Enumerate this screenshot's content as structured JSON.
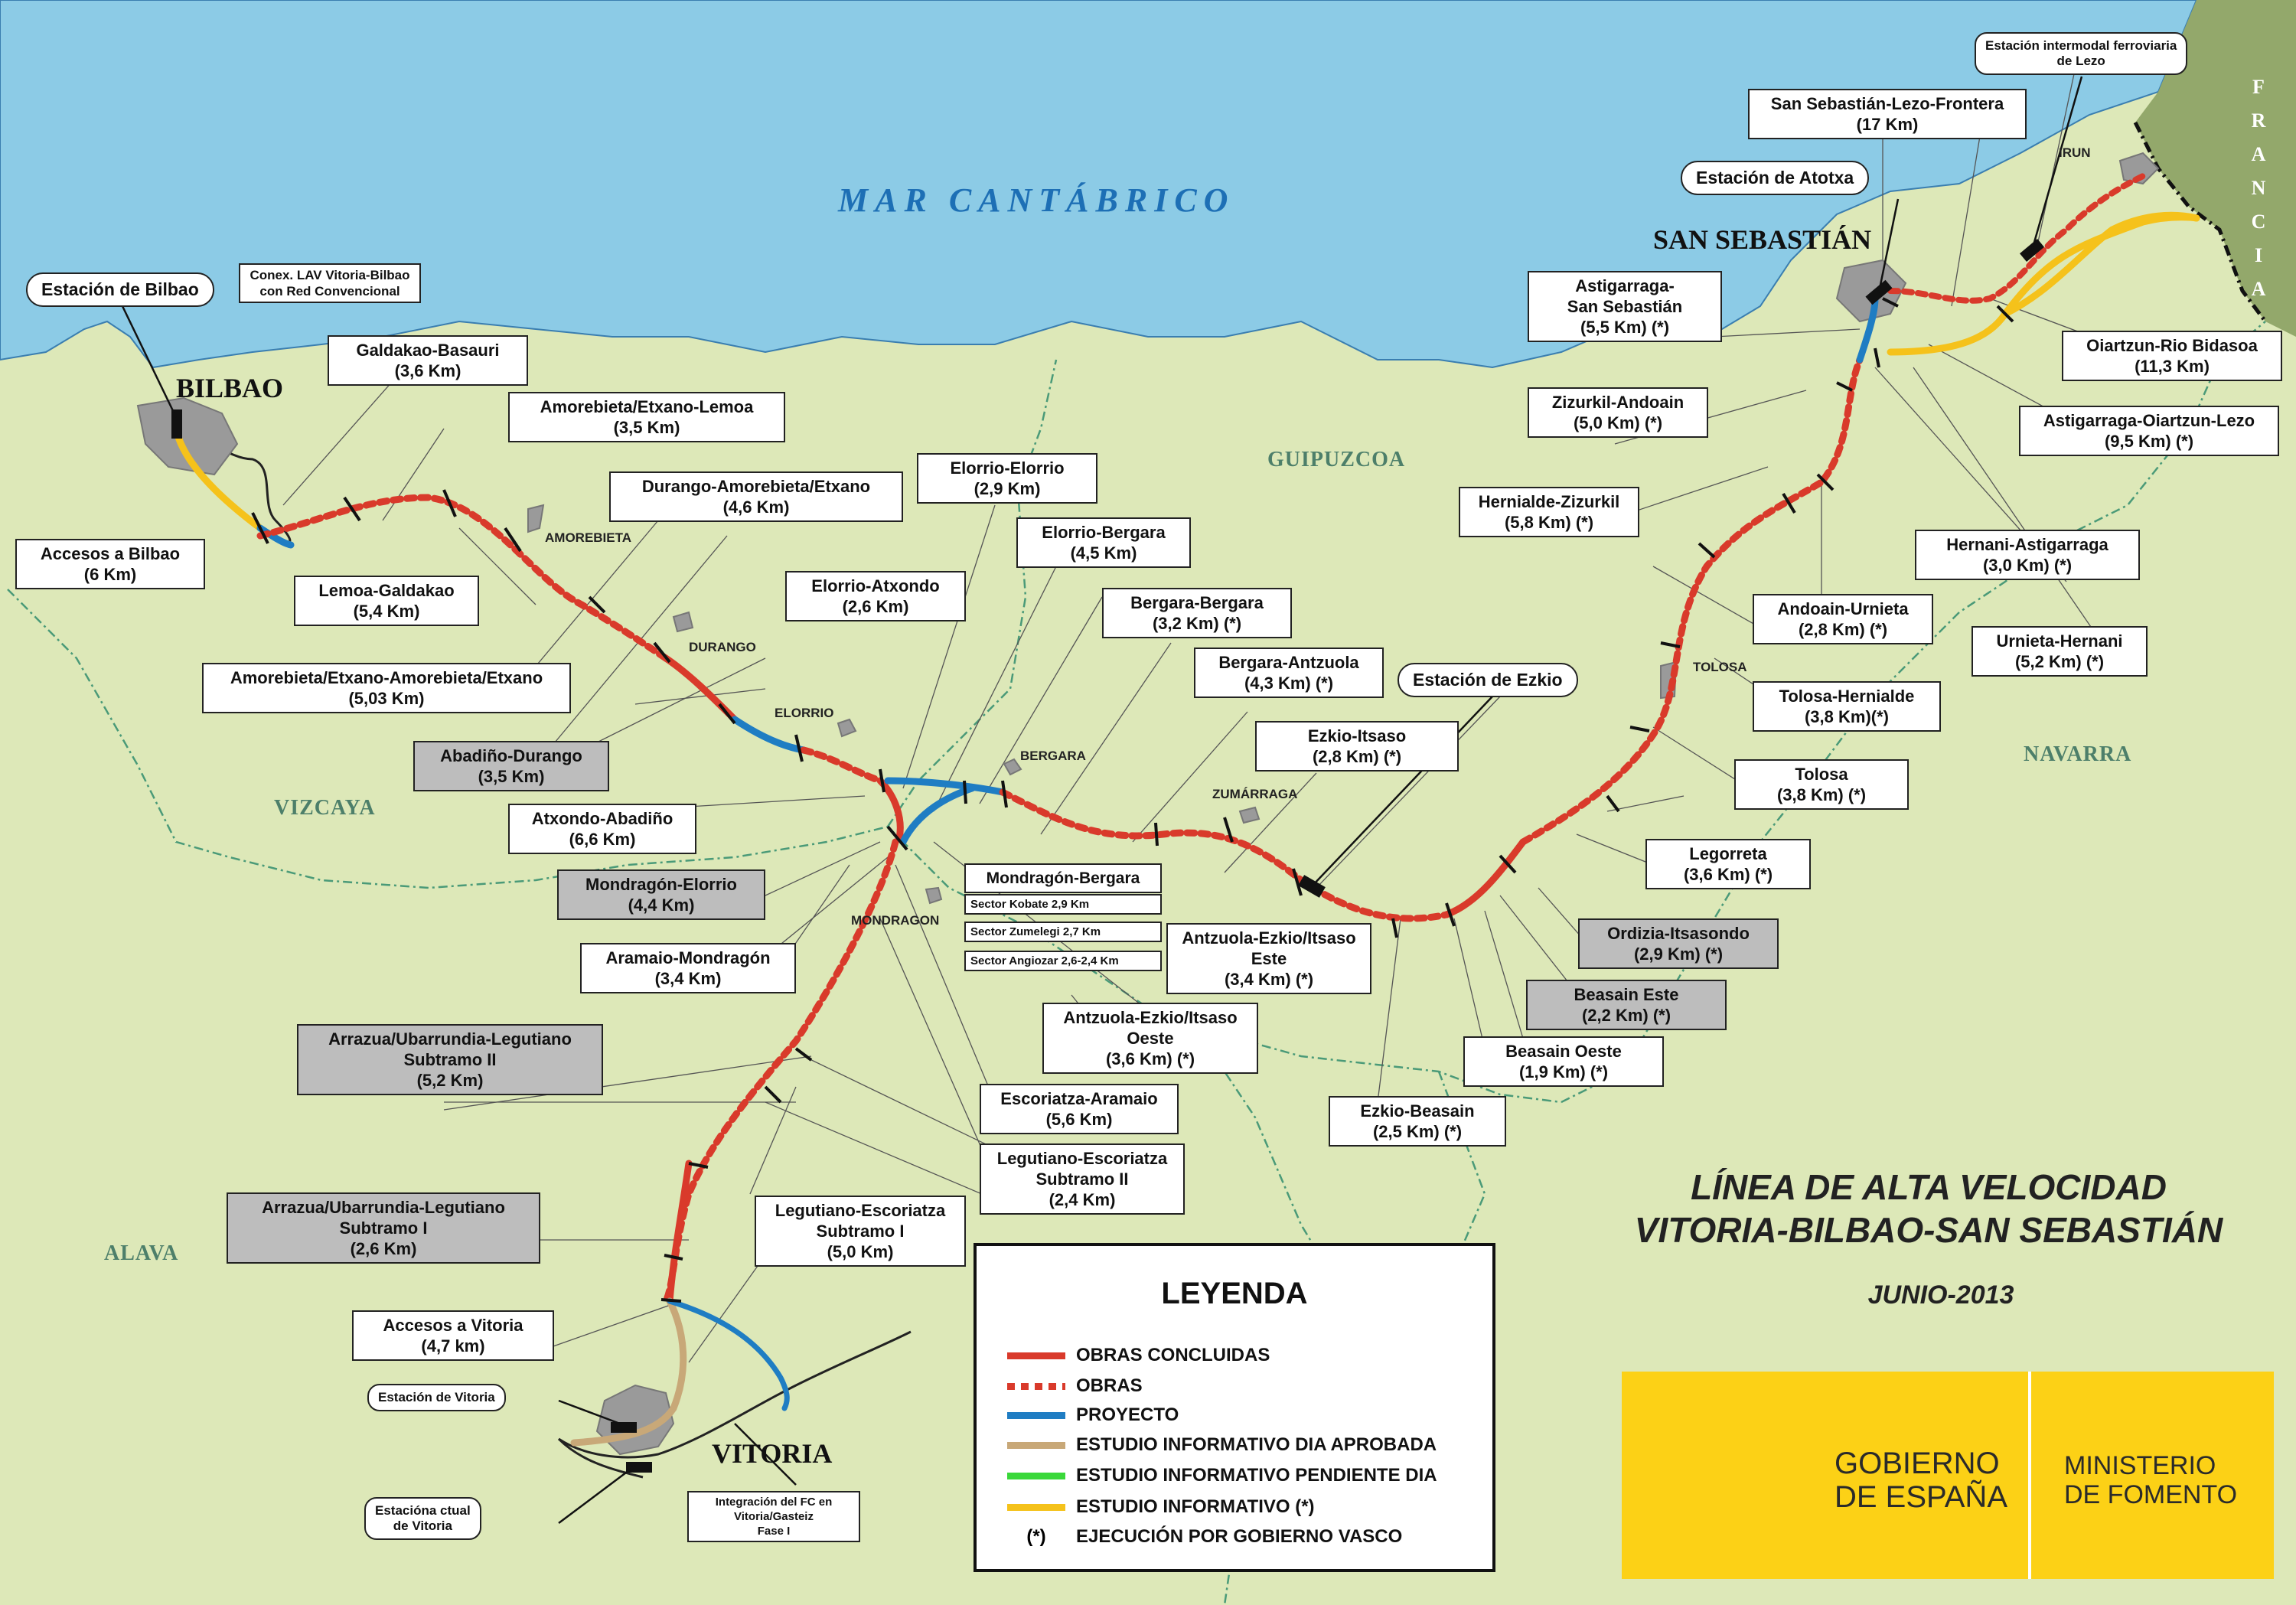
{
  "sea_label": "MAR CANTÁBRICO",
  "country_label": "FRANCIA",
  "regions": {
    "vizcaya": "VIZCAYA",
    "alava": "ALAVA",
    "guipuzcoa": "GUIPUZCOA",
    "navarra": "NAVARRA"
  },
  "cities": {
    "bilbao": "BILBAO",
    "vitoria": "VITORIA",
    "san_sebastian": "SAN SEBASTIÁN"
  },
  "towns": {
    "amorebieta": "AMOREBIETA",
    "durango": "DURANGO",
    "elorrio": "ELORRIO",
    "bergara": "BERGARA",
    "mondragon": "MONDRAGON",
    "zumarraga": "ZUMÁRRAGA",
    "tolosa": "TOLOSA",
    "irun": "IRUN"
  },
  "stations": {
    "bilbao": "Estación de Bilbao",
    "conexion": "Conex. LAV Vitoria-Bilbao\ncon Red Convencional",
    "ezkio": "Estación de Ezkio",
    "atotxa": "Estación de Atotxa",
    "lezo": "Estación intermodal ferroviaria\nde Lezo",
    "vitoria": "Estación de Vitoria",
    "vitoria_actual": "Estacióna ctual\nde Vitoria",
    "integracion": "Integración del FC en Vitoria/Gasteiz\nFase I"
  },
  "sections": {
    "galdakao_basauri": "Galdakao-Basauri\n(3,6 Km)",
    "amorebieta_etxano_lemoa": "Amorebieta/Etxano-Lemoa\n(3,5 Km)",
    "durango_amorebieta": "Durango-Amorebieta/Etxano\n(4,6 Km)",
    "accesos_bilbao": "Accesos a Bilbao\n(6 Km)",
    "lemoa_galdakao": "Lemoa-Galdakao\n(5,4 Km)",
    "amorebieta_amorebieta": "Amorebieta/Etxano-Amorebieta/Etxano\n(5,03 Km)",
    "abadino_durango": "Abadiño-Durango\n(3,5 Km)",
    "atxondo_abadino": "Atxondo-Abadiño\n(6,6 Km)",
    "mondragon_elorrio": "Mondragón-Elorrio\n(4,4 Km)",
    "aramaio_mondragon": "Aramaio-Mondragón\n(3,4 Km)",
    "arrazua_ii": "Arrazua/Ubarrundia-Legutiano\nSubtramo II\n(5,2 Km)",
    "arrazua_i": "Arrazua/Ubarrundia-Legutiano\nSubtramo I\n(2,6 Km)",
    "accesos_vitoria": "Accesos a Vitoria\n(4,7 km)",
    "elorrio_elorrio": "Elorrio-Elorrio\n(2,9 Km)",
    "elorrio_atxondo": "Elorrio-Atxondo\n(2,6 Km)",
    "elorrio_bergara": "Elorrio-Bergara\n(4,5 Km)",
    "bergara_bergara": "Bergara-Bergara\n(3,2 Km) (*)",
    "bergara_antzuola": "Bergara-Antzuola\n(4,3 Km) (*)",
    "ezkio_itsaso": "Ezkio-Itsaso\n(2,8 Km) (*)",
    "mondragon_bergara": "Mondragón-Bergara",
    "sector_kobate": "Sector Kobate      2,9 Km",
    "sector_zumelegi": "Sector Zumelegi    2,7 Km",
    "sector_angiozar": "Sector Angiozar     2,6-2,4 Km",
    "antzuola_este": "Antzuola-Ezkio/Itsaso\nEste\n(3,4 Km) (*)",
    "antzuola_oeste": "Antzuola-Ezkio/Itsaso\nOeste\n(3,6 Km) (*)",
    "escoriatza_aramaio": "Escoriatza-Aramaio\n(5,6 Km)",
    "legutiano_escoriatza_ii": "Legutiano-Escoriatza\nSubtramo II\n(2,4 Km)",
    "legutiano_escoriatza_i": "Legutiano-Escoriatza\nSubtramo I\n(5,0 Km)",
    "ezkio_beasain": "Ezkio-Beasain\n(2,5 Km) (*)",
    "beasain_oeste": "Beasain Oeste\n(1,9 Km) (*)",
    "beasain_este": "Beasain Este\n(2,2 Km) (*)",
    "ordizia_itsasondo": "Ordizia-Itsasondo\n(2,9 Km) (*)",
    "legorreta": "Legorreta\n(3,6 Km) (*)",
    "tolosa": "Tolosa\n(3,8 Km) (*)",
    "tolosa_hernialde": "Tolosa-Hernialde\n(3,8 Km)(*)",
    "andoain_urnieta": "Andoain-Urnieta\n(2,8 Km) (*)",
    "hernialde_zizurkil": "Hernialde-Zizurkil\n(5,8 Km) (*)",
    "zizurkil_andoain": "Zizurkil-Andoain\n(5,0 Km) (*)",
    "astigarraga_ss": "Astigarraga-\nSan Sebastián\n(5,5 Km) (*)",
    "ss_lezo_frontera": "San Sebastián-Lezo-Frontera\n(17 Km)",
    "oiartzun_bidasoa": "Oiartzun-Rio Bidasoa\n(11,3 Km)",
    "astigarraga_oiartzun": "Astigarraga-Oiartzun-Lezo\n(9,5 Km) (*)",
    "hernani_astigarraga": "Hernani-Astigarraga\n(3,0 Km) (*)",
    "urnieta_hernani": "Urnieta-Hernani\n(5,2 Km) (*)"
  },
  "title": {
    "line1": "LÍNEA DE ALTA VELOCIDAD",
    "line2": "VITORIA-BILBAO-SAN SEBASTIÁN",
    "date": "JUNIO-2013"
  },
  "legend": {
    "title": "LEYENDA",
    "items": [
      {
        "label": "OBRAS CONCLUIDAS",
        "color": "#d93a2b",
        "style": "solid"
      },
      {
        "label": "OBRAS",
        "color": "#d93a2b",
        "style": "dotted"
      },
      {
        "label": "PROYECTO",
        "color": "#1f7dc3",
        "style": "solid"
      },
      {
        "label": "ESTUDIO INFORMATIVO DIA APROBADA",
        "color": "#c8a878",
        "style": "solid"
      },
      {
        "label": "ESTUDIO INFORMATIVO PENDIENTE DIA",
        "color": "#3ad83a",
        "style": "solid"
      },
      {
        "label": "ESTUDIO INFORMATIVO (*)",
        "color": "#f5c21b",
        "style": "solid"
      },
      {
        "label": "EJECUCIÓN POR GOBIERNO VASCO",
        "symbol": "(*)"
      }
    ]
  },
  "government": {
    "gobierno": "GOBIERNO\nDE ESPAÑA",
    "ministerio": "MINISTERIO\nDE FOMENTO"
  },
  "colors": {
    "sea": "#8ccbe6",
    "land": "#dde8b8",
    "france": "#93a86b",
    "obras": "#d93a2b",
    "proyecto": "#1f7dc3",
    "aprobada": "#c8a878",
    "estudio": "#f5c21b",
    "yellow_brand": "#fcd116"
  }
}
